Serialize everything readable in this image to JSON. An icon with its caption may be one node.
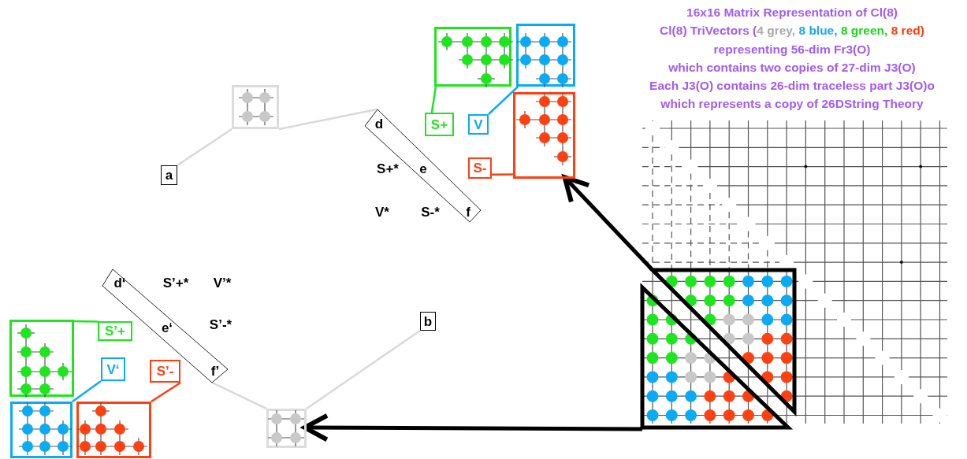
{
  "diagram": {
    "title": "16x16 Matrix Representation of Cl(8)",
    "nodes": [
      {
        "text": [
          "a"
        ]
      },
      {
        "text": [],
        "shape": "box"
      },
      {
        "text": [
          "d",
          "e",
          "f"
        ]
      },
      {
        "text": [],
        "shape": "box"
      },
      {
        "text": [],
        "shape": "box"
      },
      {
        "text": [],
        "shape": "box"
      },
      {
        "text": [
          "S+"
        ]
      },
      {
        "text": [
          "V"
        ]
      },
      {
        "text": [
          "S-"
        ]
      },
      {
        "text": [],
        "shape": "picture"
      },
      {
        "text": [
          "b"
        ]
      },
      {
        "text": [],
        "shape": "box"
      },
      {
        "text": [
          "d‘",
          "e‘",
          "f’"
        ]
      },
      {
        "text": [],
        "shape": "box"
      },
      {
        "text": [],
        "shape": "box"
      },
      {
        "text": [],
        "shape": "box"
      },
      {
        "text": [
          "S’+"
        ]
      },
      {
        "text": [
          "V‘"
        ]
      },
      {
        "text": [
          "S’-"
        ]
      }
    ],
    "edges": [
      {
        "from": 0,
        "to": 1,
        "arrow": "none",
        "color": "#d9d9d9"
      },
      {
        "from": 1,
        "to": 2,
        "arrow": "none",
        "color": "#d9d9d9"
      },
      {
        "from": 3,
        "to": 6,
        "arrow": "none",
        "color": "#1ee61e"
      },
      {
        "from": 4,
        "to": 7,
        "arrow": "none",
        "color": "#0aabf5"
      },
      {
        "from": 5,
        "to": 8,
        "arrow": "none",
        "color": "#ff4010"
      },
      {
        "from": 9,
        "to": 5,
        "arrow": "to",
        "style": "thick",
        "color": "#000000"
      },
      {
        "from": 9,
        "to": 11,
        "arrow": "to",
        "style": "thick",
        "color": "#000000"
      },
      {
        "from": 12,
        "to": 11,
        "arrow": "none",
        "color": "#d9d9d9"
      },
      {
        "from": 11,
        "to": 10,
        "arrow": "none",
        "color": "#d9d9d9"
      },
      {
        "from": 13,
        "to": 16,
        "arrow": "none",
        "color": "#1ee61e"
      },
      {
        "from": 14,
        "to": 17,
        "arrow": "none",
        "color": "#0aabf5"
      },
      {
        "from": 15,
        "to": 18,
        "arrow": "none",
        "color": "#ff4010"
      }
    ],
    "labels": [
      "Cl(8) TriVectors (",
      "representing 56-dim Fr3(O)",
      "which contains two copies of 27-dim J3(O)",
      "Each J3(O) contains 26-dim traceless part J3(O)o",
      "which represents a copy of 26DString Theory",
      "S+*",
      "V*",
      "S-*",
      "S’+*",
      "V’*",
      "S’-*"
    ],
    "legend": [
      {
        "text": "4 grey,",
        "color": "#aaaaaa"
      },
      {
        "text": "8 blue,",
        "color": "#1aa7f5"
      },
      {
        "text": "8 green,",
        "color": "#19d719"
      },
      {
        "text": "8 red)",
        "color": "#ff3d0a"
      }
    ]
  }
}
